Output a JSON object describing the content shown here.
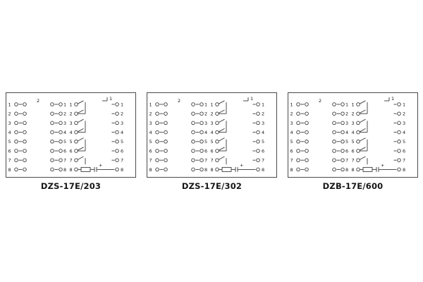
{
  "page": {
    "background": "#ffffff",
    "line_color": "#3a3a3a",
    "text_color": "#1a1a1a"
  },
  "panels": [
    {
      "label": "DZS-17E/203",
      "top_marker_left": "2",
      "top_marker_right": "1",
      "left_terminals": [
        "1",
        "2",
        "3",
        "4",
        "5",
        "6",
        "7",
        "8"
      ],
      "middle_terminals": [
        "1",
        "2",
        "3",
        "4",
        "5",
        "6",
        "7",
        "8"
      ],
      "contact_terminals": [
        "1",
        "2",
        "3",
        "4",
        "5",
        "6",
        "7",
        "8"
      ],
      "right_terminals": [
        "1",
        "2",
        "3",
        "4",
        "5",
        "6",
        "7",
        "8"
      ],
      "polarity_mark": "+"
    },
    {
      "label": "DZS-17E/302",
      "top_marker_left": "2",
      "top_marker_right": "1",
      "left_terminals": [
        "1",
        "2",
        "3",
        "4",
        "5",
        "6",
        "7",
        "8"
      ],
      "middle_terminals": [
        "1",
        "2",
        "3",
        "4",
        "5",
        "6",
        "7",
        "8"
      ],
      "contact_terminals": [
        "1",
        "2",
        "3",
        "4",
        "5",
        "6",
        "7",
        "8"
      ],
      "right_terminals": [
        "1",
        "2",
        "3",
        "4",
        "5",
        "6",
        "7",
        "8"
      ],
      "polarity_mark": "+"
    },
    {
      "label": "DZB-17E/600",
      "top_marker_left": "2",
      "top_marker_right": "1",
      "left_terminals": [
        "1",
        "2",
        "3",
        "4",
        "5",
        "6",
        "7",
        "8"
      ],
      "middle_terminals": [
        "1",
        "2",
        "3",
        "4",
        "5",
        "6",
        "7",
        "8"
      ],
      "contact_terminals": [
        "1",
        "2",
        "3",
        "4",
        "5",
        "6",
        "7",
        "8"
      ],
      "right_terminals": [
        "1",
        "2",
        "3",
        "4",
        "5",
        "6",
        "7",
        "8"
      ],
      "polarity_mark": "+"
    }
  ]
}
